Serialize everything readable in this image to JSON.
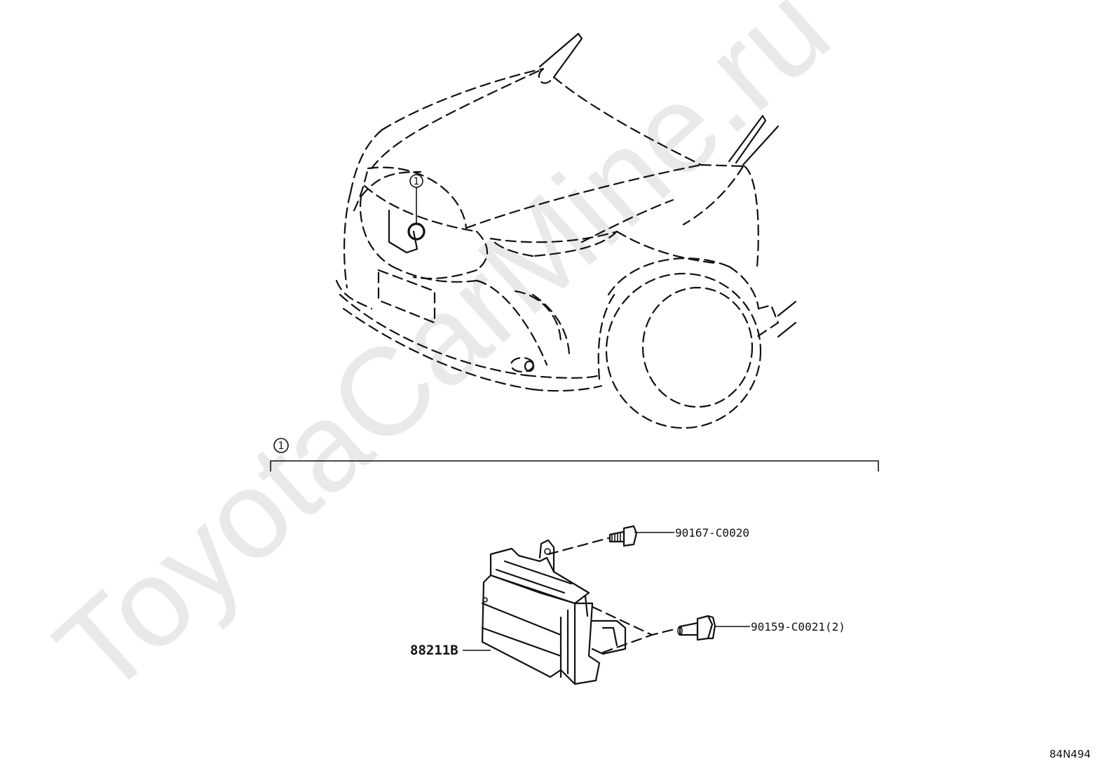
{
  "watermark": "ToyotaCarMine.ru",
  "callouts": {
    "vehicle_marker": "1",
    "group_bracket": "1"
  },
  "parts": [
    {
      "number": "90167-C0020"
    },
    {
      "number": "90159-C0021(2)"
    },
    {
      "number": "88211B"
    }
  ],
  "diagram_id": "84N494"
}
